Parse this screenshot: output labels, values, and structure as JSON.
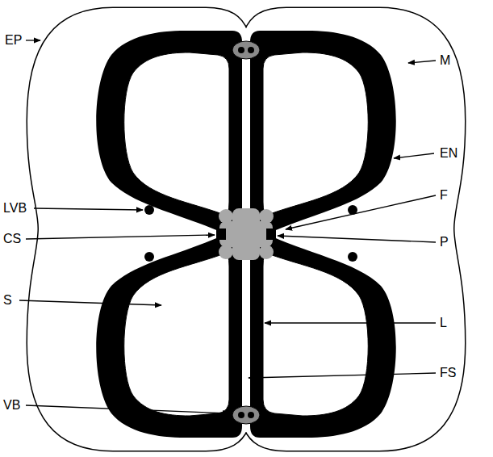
{
  "diagram": {
    "labels": [
      "EP",
      "M",
      "EN",
      "LVB",
      "F",
      "CS",
      "P",
      "L",
      "S",
      "FS",
      "VB"
    ]
  }
}
